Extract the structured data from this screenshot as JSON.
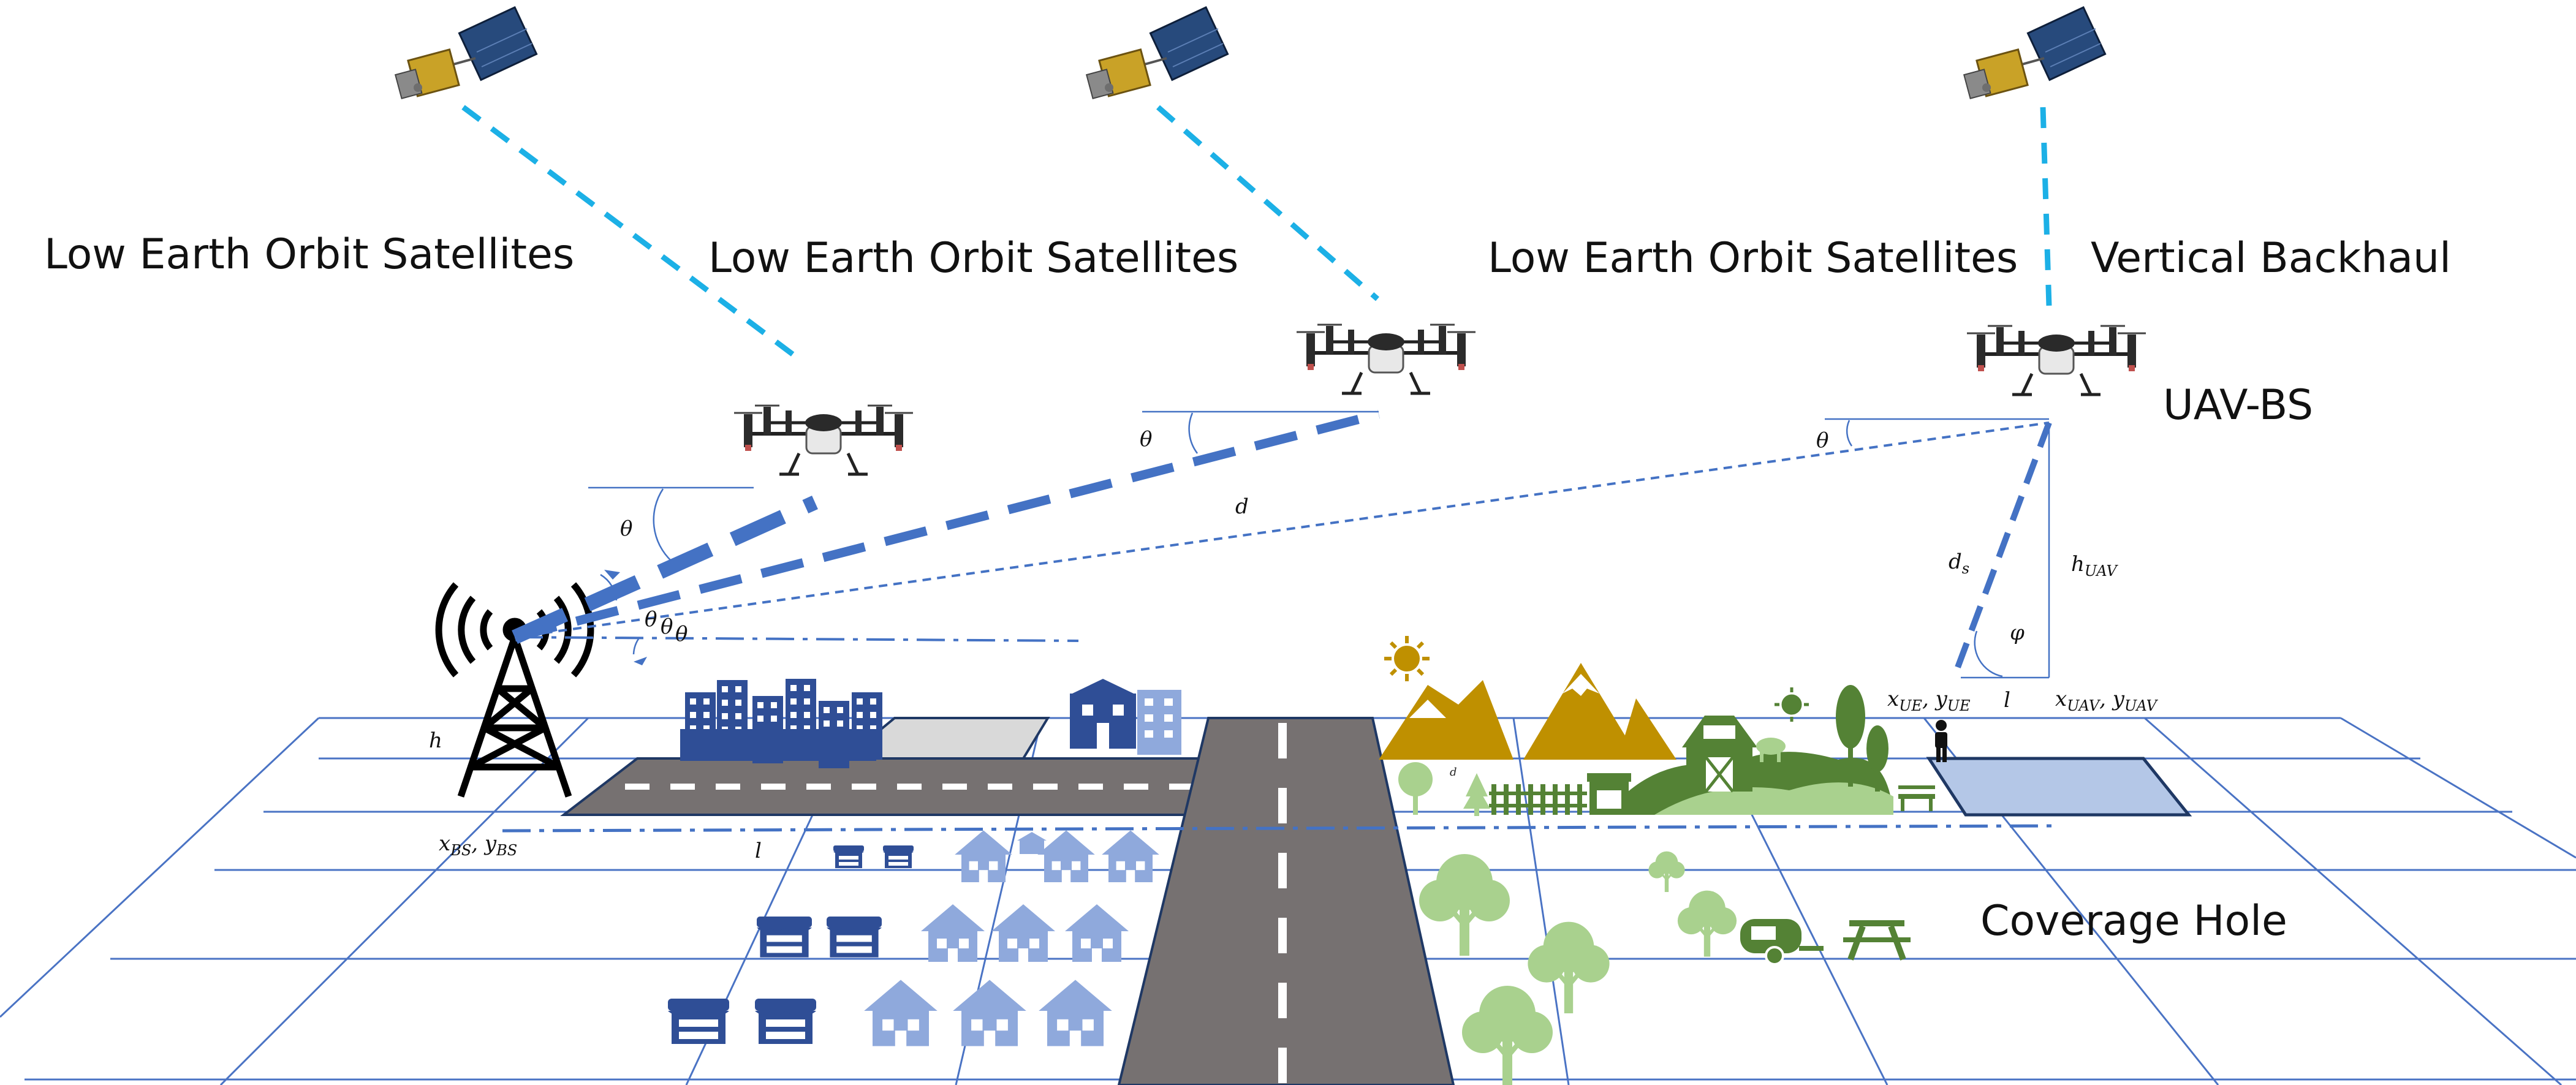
{
  "labels": {
    "leo_1": "Low Earth Orbit Satellites",
    "leo_2": "Low Earth Orbit Satellites",
    "leo_3": "Low Earth Orbit Satellites",
    "vertical_backhaul": "Vertical Backhaul",
    "uav_bs": "UAV-BS",
    "coverage_hole": "Coverage Hole"
  },
  "symbols": {
    "theta": "θ",
    "d": "d",
    "d_s": "d",
    "d_s_sub": "s",
    "h_uav": "h",
    "h_uav_sub": "UAV",
    "phi": "φ",
    "h": "h",
    "l": "l",
    "x_bs": "x",
    "x_bs_sub": "BS",
    "y_bs": "y",
    "y_bs_sub": "BS",
    "x_ue": "x",
    "x_ue_sub": "UE",
    "y_ue": "y",
    "y_ue_sub": "UE",
    "x_uav": "x",
    "x_uav_sub": "UAV",
    "y_uav": "y",
    "y_uav_sub": "UAV",
    "comma": ", "
  },
  "icons": {
    "satellite": "satellite-icon",
    "drone": "drone-icon",
    "tower": "cell-tower-icon",
    "user": "user-icon"
  },
  "colors": {
    "link_blue": "#4472c4",
    "backhaul_cyan": "#1cb0e6",
    "grid": "#4a73c4",
    "road": "#767171",
    "buildings": "#2f4e96",
    "houses": "#8fa9dc",
    "trees": "#a9d18e",
    "hills": "#548235",
    "mountains": "#bf9000",
    "sun": "#bf9000",
    "coverage_hole": "#b4c7e7"
  }
}
